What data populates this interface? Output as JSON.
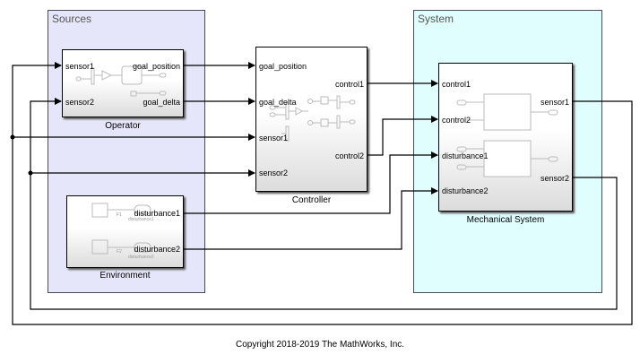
{
  "areas": {
    "sources": {
      "title": "Sources",
      "color": "#e6e6fb"
    },
    "system": {
      "title": "System",
      "color": "#e0fefe"
    }
  },
  "blocks": {
    "operator": {
      "label": "Operator",
      "inports": [
        "sensor1",
        "sensor2"
      ],
      "outports": [
        "goal_position",
        "goal_delta"
      ]
    },
    "environment": {
      "label": "Environment",
      "outports": [
        "disturbance1",
        "disturbance2"
      ],
      "inner_labels": [
        "F1",
        "F2",
        "disturbance1",
        "disturbance2"
      ]
    },
    "controller": {
      "label": "Controller",
      "inports": [
        "goal_position",
        "goal_delta",
        "sensor1",
        "sensor2"
      ],
      "outports": [
        "control1",
        "control2"
      ]
    },
    "mechanical": {
      "label": "Mechanical System",
      "inports": [
        "control1",
        "control2",
        "disturbance1",
        "disturbance2"
      ],
      "outports": [
        "sensor1",
        "sensor2"
      ]
    }
  },
  "footer": {
    "copyright": "Copyright 2018-2019 The MathWorks, Inc."
  }
}
